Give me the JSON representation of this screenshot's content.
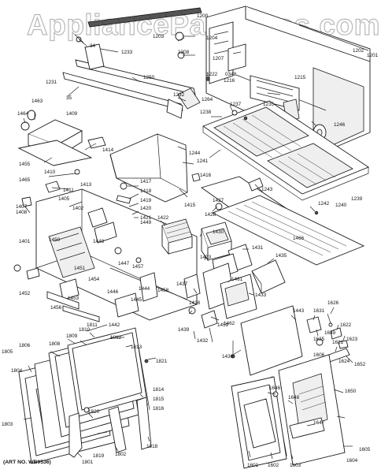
{
  "watermark": "AppliancePartsPros.com",
  "art_number": "(ART NO. WB9536)",
  "part_labels": [
    {
      "id": "34"
    },
    {
      "id": "35"
    },
    {
      "id": "1200"
    },
    {
      "id": "1201"
    },
    {
      "id": "1202"
    },
    {
      "id": "1203"
    },
    {
      "id": "1204"
    },
    {
      "id": "1207"
    },
    {
      "id": "1208"
    },
    {
      "id": "1215"
    },
    {
      "id": "1216"
    },
    {
      "id": "1222"
    },
    {
      "id": "1231"
    },
    {
      "id": "1232"
    },
    {
      "id": "1233"
    },
    {
      "id": "1235"
    },
    {
      "id": "1237"
    },
    {
      "id": "1238"
    },
    {
      "id": "1239"
    },
    {
      "id": "1240"
    },
    {
      "id": "1241"
    },
    {
      "id": "1242"
    },
    {
      "id": "1243"
    },
    {
      "id": "1244"
    },
    {
      "id": "1246"
    },
    {
      "id": "1250"
    },
    {
      "id": "1264"
    },
    {
      "id": "1401"
    },
    {
      "id": "1402"
    },
    {
      "id": "1405"
    },
    {
      "id": "1407"
    },
    {
      "id": "1408"
    },
    {
      "id": "1409"
    },
    {
      "id": "1410"
    },
    {
      "id": "1411"
    },
    {
      "id": "1413"
    },
    {
      "id": "1414"
    },
    {
      "id": "1415"
    },
    {
      "id": "1416"
    },
    {
      "id": "1417"
    },
    {
      "id": "1418"
    },
    {
      "id": "1419"
    },
    {
      "id": "1420"
    },
    {
      "id": "1421"
    },
    {
      "id": "1422"
    },
    {
      "id": "1423"
    },
    {
      "id": "1427"
    },
    {
      "id": "1428"
    },
    {
      "id": "1430"
    },
    {
      "id": "1431"
    },
    {
      "id": "1432"
    },
    {
      "id": "1433"
    },
    {
      "id": "1435"
    },
    {
      "id": "1436"
    },
    {
      "id": "1437"
    },
    {
      "id": "1438"
    },
    {
      "id": "1439"
    },
    {
      "id": "1442"
    },
    {
      "id": "1443"
    },
    {
      "id": "1444"
    },
    {
      "id": "1445"
    },
    {
      "id": "1446"
    },
    {
      "id": "1447"
    },
    {
      "id": "1448"
    },
    {
      "id": "1449"
    },
    {
      "id": "1450"
    },
    {
      "id": "1451"
    },
    {
      "id": "1452"
    },
    {
      "id": "1453"
    },
    {
      "id": "1454"
    },
    {
      "id": "1455"
    },
    {
      "id": "1456"
    },
    {
      "id": "1457"
    },
    {
      "id": "1458"
    },
    {
      "id": "1459"
    },
    {
      "id": "1461"
    },
    {
      "id": "1462"
    },
    {
      "id": "1463"
    },
    {
      "id": "1464"
    },
    {
      "id": "1465"
    },
    {
      "id": "1466"
    },
    {
      "id": "1601"
    },
    {
      "id": "1602"
    },
    {
      "id": "1603"
    },
    {
      "id": "1604"
    },
    {
      "id": "1605"
    },
    {
      "id": "1606"
    },
    {
      "id": "1621"
    },
    {
      "id": "1622"
    },
    {
      "id": "1623"
    },
    {
      "id": "1624"
    },
    {
      "id": "1625"
    },
    {
      "id": "1626"
    },
    {
      "id": "1631"
    },
    {
      "id": "1646"
    },
    {
      "id": "1647"
    },
    {
      "id": "1648"
    },
    {
      "id": "1649"
    },
    {
      "id": "1650"
    },
    {
      "id": "1652"
    },
    {
      "id": "1801"
    },
    {
      "id": "1802"
    },
    {
      "id": "1803"
    },
    {
      "id": "1804"
    },
    {
      "id": "1805"
    },
    {
      "id": "1806"
    },
    {
      "id": "1808"
    },
    {
      "id": "1809"
    },
    {
      "id": "1810"
    },
    {
      "id": "1811"
    },
    {
      "id": "1812"
    },
    {
      "id": "1813"
    },
    {
      "id": "1814"
    },
    {
      "id": "1815"
    },
    {
      "id": "1816"
    },
    {
      "id": "1818"
    },
    {
      "id": "1819"
    },
    {
      "id": "1820"
    },
    {
      "id": "1821"
    },
    {
      "id": "0348"
    }
  ]
}
